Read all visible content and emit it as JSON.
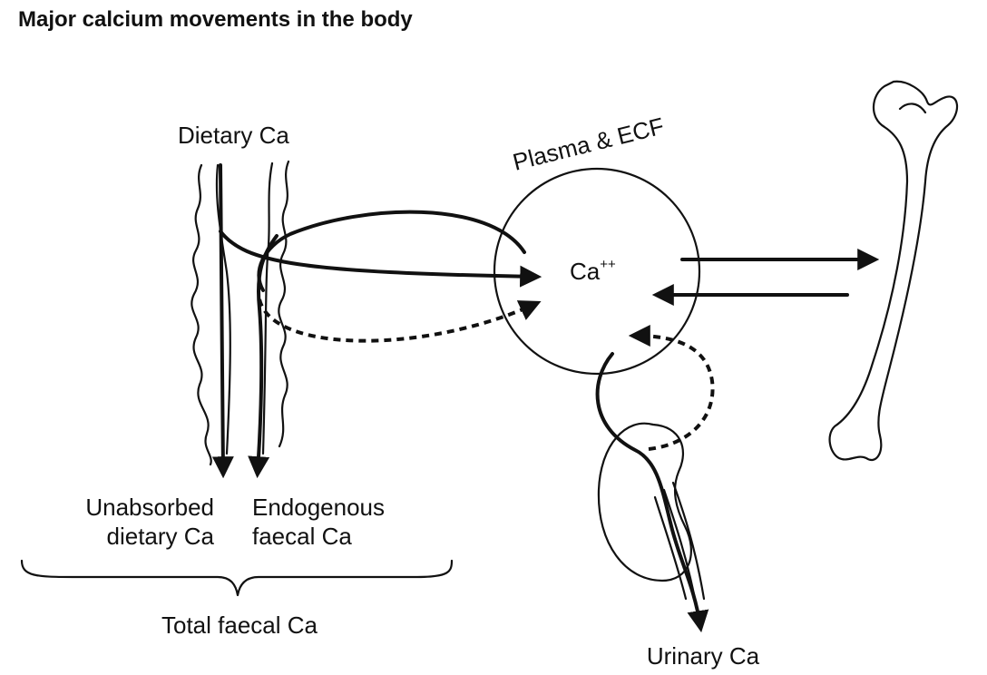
{
  "title": "Major calcium movements in the body",
  "labels": {
    "dietary_ca": "Dietary Ca",
    "plasma_ecf": "Plasma & ECF",
    "ca_ion_base": "Ca",
    "ca_ion_charge": "++",
    "unabsorbed_line1": "Unabsorbed",
    "unabsorbed_line2": "dietary Ca",
    "endogenous_line1": "Endogenous",
    "endogenous_line2": "faecal Ca",
    "total_faecal_ca": "Total faecal Ca",
    "urinary_ca": "Urinary Ca"
  },
  "icons": {
    "intestine": "intestine-icon",
    "bone": "femur-bone-icon",
    "kidney": "kidney-icon",
    "plasma_pool": "circle"
  }
}
